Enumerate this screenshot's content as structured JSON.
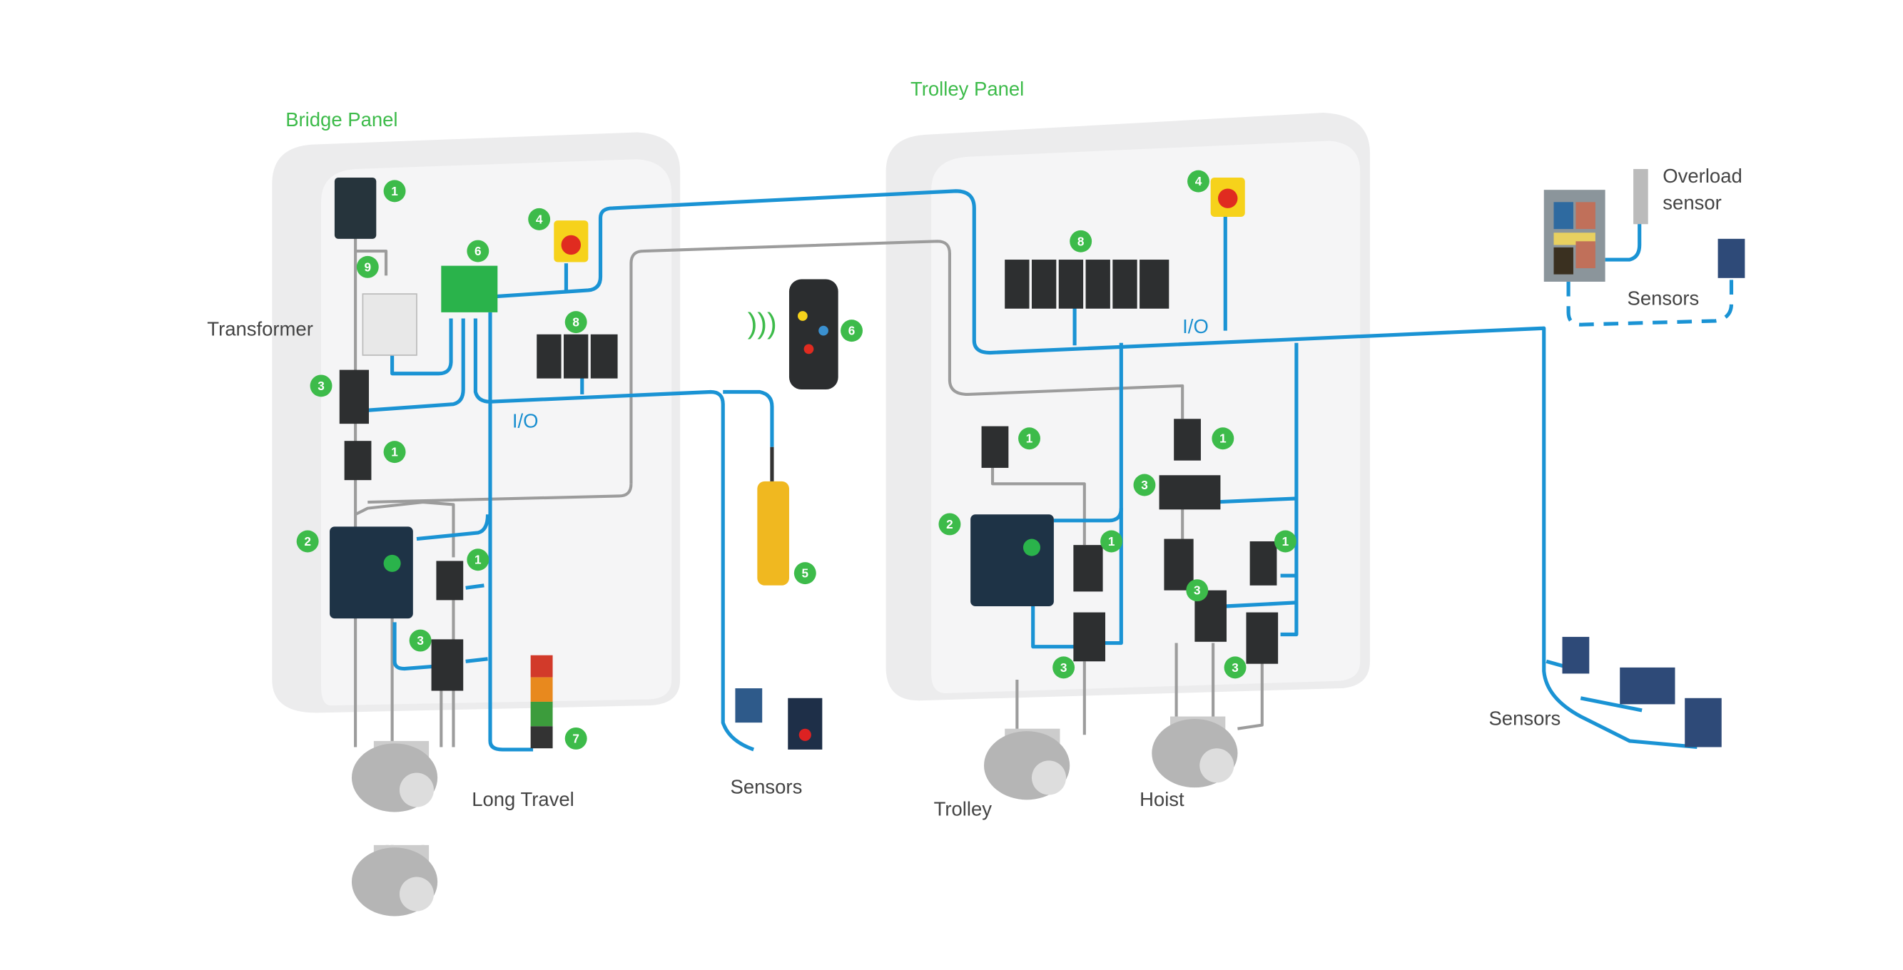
{
  "panels": {
    "bridge": {
      "title": "Bridge Panel"
    },
    "trolley": {
      "title": "Trolley Panel"
    }
  },
  "labels": {
    "transformer": "Transformer",
    "io_bridge": "I/O",
    "io_trolley": "I/O",
    "long_travel": "Long Travel",
    "sensors_bridge": "Sensors",
    "trolley_motor": "Trolley",
    "hoist_motor": "Hoist",
    "overload_sensor_line1": "Overload",
    "overload_sensor_line2": "sensor",
    "sensors_top_right": "Sensors",
    "sensors_bottom_right": "Sensors"
  },
  "badges": {
    "bridge": [
      "1",
      "9",
      "6",
      "4",
      "8",
      "3",
      "1",
      "2",
      "1",
      "3",
      "7"
    ],
    "remote": "6",
    "pendant": "5",
    "trolley": [
      "4",
      "8",
      "1",
      "1",
      "3",
      "2",
      "1",
      "1",
      "3",
      "3",
      "3"
    ]
  },
  "colors": {
    "accent_green": "#3dbb4a",
    "cable_blue": "#1a93d4",
    "cable_grey": "#9c9c9c",
    "panel": "#f1f1f2"
  },
  "icons": [
    "circuit-breaker-icon",
    "transformer-icon",
    "controller-icon",
    "emergency-stop-icon",
    "relay-icon",
    "contactor-icon",
    "drive-icon",
    "motor-icon",
    "signal-tower-icon",
    "pendant-icon",
    "wireless-remote-icon",
    "sensor-icon",
    "load-cell-icon"
  ]
}
